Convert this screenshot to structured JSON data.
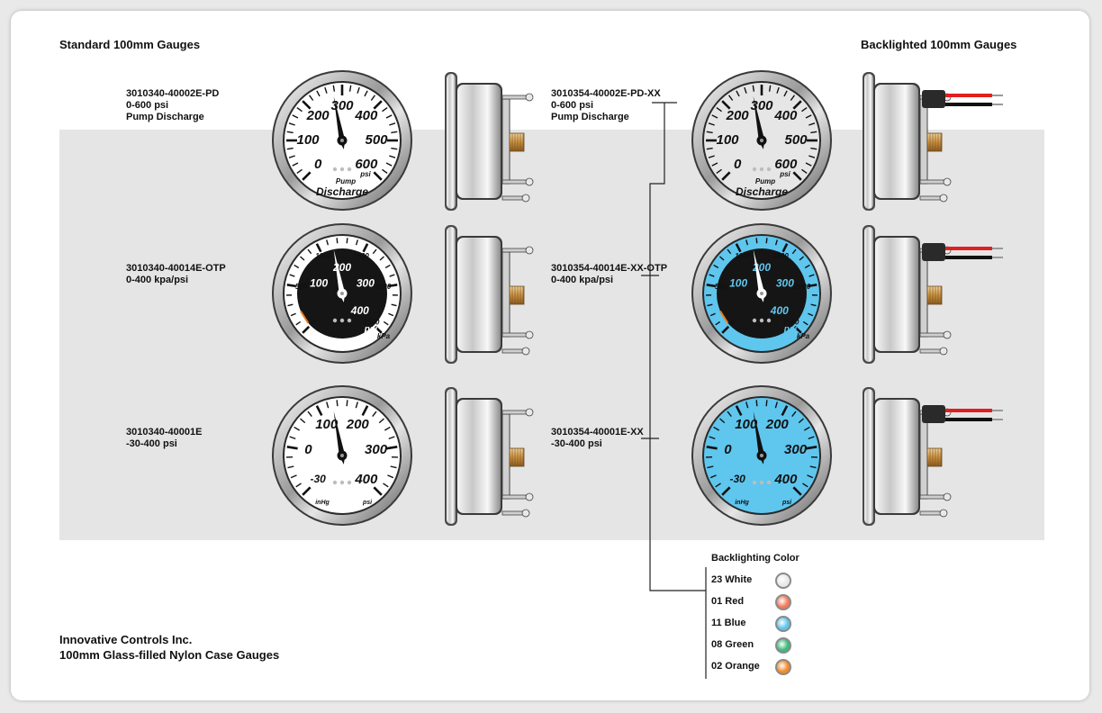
{
  "headers": {
    "standard": "Standard 100mm Gauges",
    "backlighted": "Backlighted 100mm Gauges"
  },
  "rows": [
    {
      "std_lines": [
        "3010340-40002E-PD",
        "0-600 psi",
        "Pump Discharge"
      ],
      "bl_lines": [
        "3010354-40002E-PD-XX",
        "0-600 psi",
        "Pump Discharge"
      ],
      "dial": {
        "major": [
          "0",
          "100",
          "200",
          "300",
          "400",
          "500",
          "600"
        ],
        "unit": "psi",
        "caption_small": "Pump",
        "caption_large": "Discharge"
      }
    },
    {
      "std_lines": [
        "3010340-40014E-OTP",
        "0-400 kpa/psi"
      ],
      "bl_lines": [
        "3010354-40014E-XX-OTP",
        "0-400 kpa/psi"
      ],
      "dial": {
        "outer": [
          "0",
          "500",
          "1000",
          "1500",
          "2000",
          "2500"
        ],
        "outer_unit": "kPa",
        "inner": [
          "0",
          "100",
          "200",
          "300",
          "400"
        ],
        "inner_unit": "psi"
      }
    },
    {
      "std_lines": [
        "3010340-40001E",
        "-30-400 psi"
      ],
      "bl_lines": [
        "3010354-40001E-XX",
        "-30-400 psi"
      ],
      "dial": {
        "major": [
          "-30",
          "0",
          "100",
          "200",
          "300",
          "400"
        ],
        "vac_unit": "inHg",
        "unit": "psi"
      }
    }
  ],
  "legend": {
    "title": "Backlighting Color",
    "items": [
      {
        "label": "23 White",
        "color": "#e8e8e8"
      },
      {
        "label": "01 Red",
        "color": "#f07a5a"
      },
      {
        "label": "11 Blue",
        "color": "#5fc3ea"
      },
      {
        "label": "08 Green",
        "color": "#3fb879"
      },
      {
        "label": "02 Orange",
        "color": "#f28a2a"
      }
    ]
  },
  "footer": {
    "company": "Innovative Controls Inc.",
    "product": "100mm Glass-filled Nylon Case Gauges"
  },
  "colors": {
    "band": "#e5e5e6",
    "wire_red": "#e02020",
    "wire_black": "#111111",
    "backlight_blue": "#5fc6ee",
    "needle_orange": "#f07a1a"
  }
}
